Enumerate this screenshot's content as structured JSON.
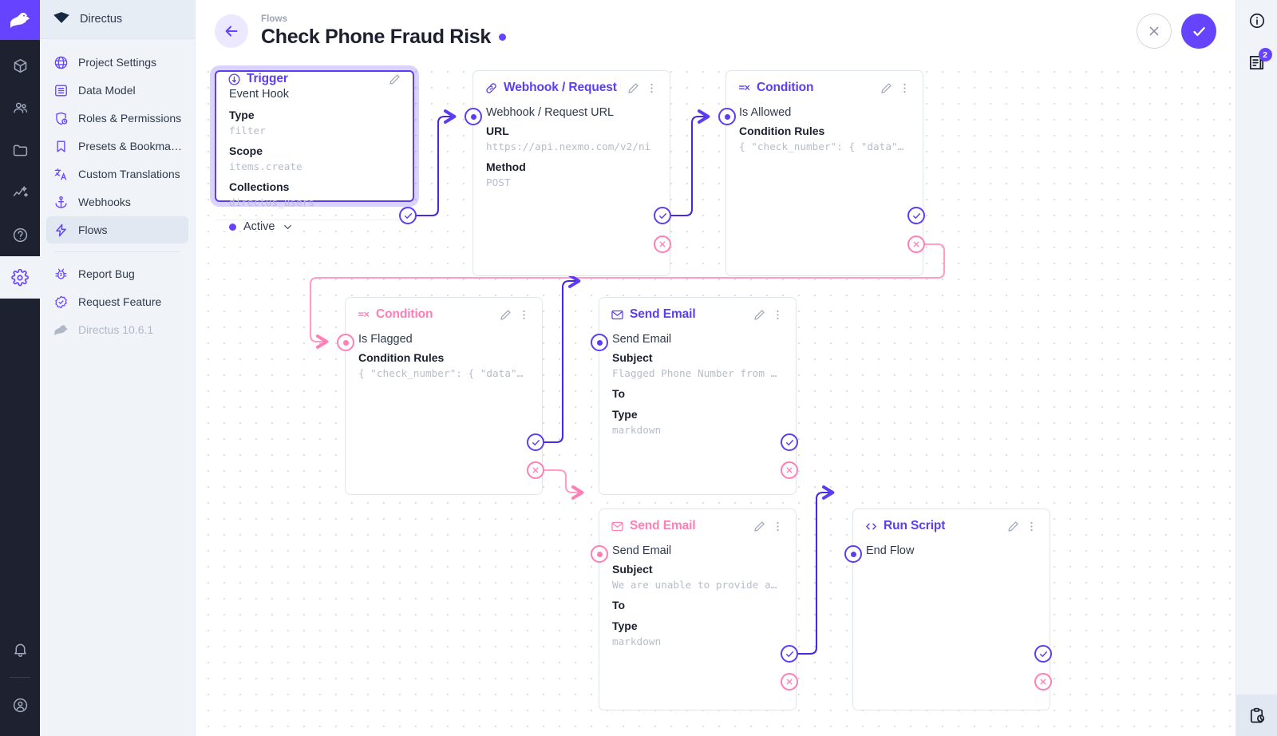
{
  "rail": {
    "logo_icon": "directus-rabbit-logo",
    "items": [
      {
        "name": "content",
        "icon": "box-icon"
      },
      {
        "name": "users",
        "icon": "users-icon"
      },
      {
        "name": "files",
        "icon": "folder-icon"
      },
      {
        "name": "insights",
        "icon": "insights-icon"
      },
      {
        "name": "docs",
        "icon": "help-circle-icon"
      },
      {
        "name": "settings",
        "icon": "gear-icon",
        "active": true
      }
    ],
    "bottom": [
      {
        "name": "notifications",
        "icon": "bell-icon"
      },
      {
        "name": "account",
        "icon": "account-circle-icon"
      }
    ]
  },
  "sidebar": {
    "project_name": "Directus",
    "items": [
      {
        "label": "Project Settings",
        "icon": "globe-icon",
        "active": false
      },
      {
        "label": "Data Model",
        "icon": "list-box-icon",
        "active": false
      },
      {
        "label": "Roles & Permissions",
        "icon": "shield-user-icon",
        "active": false
      },
      {
        "label": "Presets & Bookmar...",
        "icon": "bookmark-icon",
        "active": false
      },
      {
        "label": "Custom Translations",
        "icon": "translate-icon",
        "active": false
      },
      {
        "label": "Webhooks",
        "icon": "anchor-icon",
        "active": false
      },
      {
        "label": "Flows",
        "icon": "lightning-icon",
        "active": true
      }
    ],
    "footer_items": [
      {
        "label": "Report Bug",
        "icon": "bug-icon"
      },
      {
        "label": "Request Feature",
        "icon": "check-badge-icon"
      }
    ],
    "version": "Directus 10.6.1"
  },
  "header": {
    "breadcrumb": "Flows",
    "title": "Check Phone Fraud Risk",
    "status_dot_color": "#6644ff",
    "back_icon": "arrow-left-icon",
    "cancel_label": "close-icon",
    "save_label": "check-icon"
  },
  "right_sidebar": {
    "items": [
      {
        "name": "info",
        "icon": "info-circle-icon",
        "badge": null
      },
      {
        "name": "logs",
        "icon": "receipt-icon",
        "badge": "2"
      }
    ],
    "bottom": [
      {
        "name": "activity",
        "icon": "clipboard-clock-icon"
      }
    ]
  },
  "flow": {
    "panels": [
      {
        "id": "trigger",
        "type": "trigger",
        "icon": "trigger-circle-icon",
        "title": "Trigger",
        "accent": "purple",
        "name": "Event Hook",
        "fields": [
          {
            "key": "Type",
            "value": "filter"
          },
          {
            "key": "Scope",
            "value": "items.create"
          },
          {
            "key": "Collections",
            "value": "directus_users"
          }
        ],
        "status": "Active"
      },
      {
        "id": "webhook",
        "type": "request",
        "icon": "link-icon",
        "title": "Webhook / Request U",
        "accent": "purple",
        "name": "Webhook / Request URL",
        "fields": [
          {
            "key": "URL",
            "value": "https://api.nexmo.com/v2/ni"
          },
          {
            "key": "Method",
            "value": "POST"
          }
        ]
      },
      {
        "id": "condition-allowed",
        "type": "condition",
        "icon": "condition-icon",
        "title": "Condition",
        "accent": "purple",
        "name": "Is Allowed",
        "fields": [
          {
            "key": "Condition Rules",
            "value": "{ \"check_number\": { \"data\"…"
          }
        ]
      },
      {
        "id": "condition-flagged",
        "type": "condition",
        "icon": "condition-icon",
        "title": "Condition",
        "accent": "pink",
        "name": "Is Flagged",
        "fields": [
          {
            "key": "Condition Rules",
            "value": "{ \"check_number\": { \"data\"…"
          }
        ]
      },
      {
        "id": "send-email-flagged",
        "type": "mail",
        "icon": "envelope-icon",
        "title": "Send Email",
        "accent": "purple",
        "name": "Send Email",
        "fields": [
          {
            "key": "Subject",
            "value": "Flagged Phone Number from …"
          },
          {
            "key": "To",
            "value": ""
          },
          {
            "key": "Type",
            "value": "markdown"
          }
        ]
      },
      {
        "id": "send-email-unable",
        "type": "mail",
        "icon": "envelope-icon",
        "title": "Send Email",
        "accent": "pink",
        "name": "Send Email",
        "fields": [
          {
            "key": "Subject",
            "value": "We are unable to provide a…"
          },
          {
            "key": "To",
            "value": ""
          },
          {
            "key": "Type",
            "value": "markdown"
          }
        ]
      },
      {
        "id": "run-script",
        "type": "script",
        "icon": "code-icon",
        "title": "Run Script",
        "accent": "purple",
        "name": "End Flow",
        "fields": []
      }
    ]
  }
}
